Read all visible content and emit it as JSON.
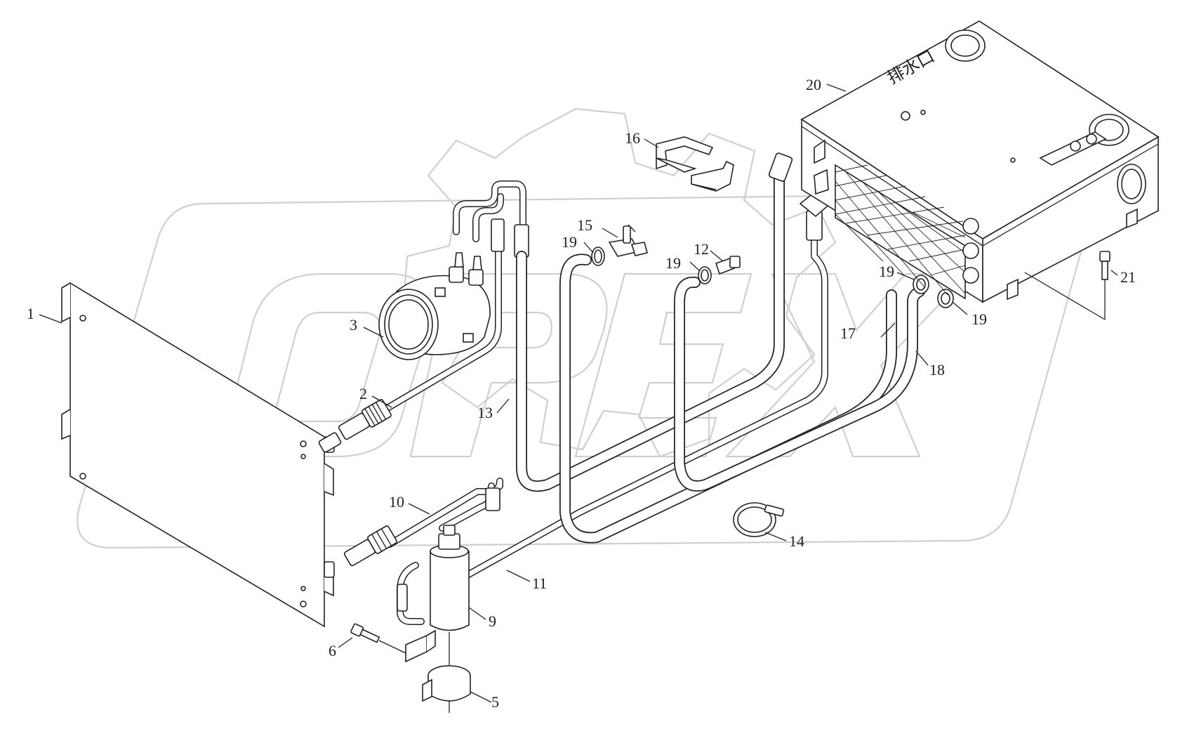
{
  "diagram": {
    "callouts": [
      {
        "id": "c1",
        "label": "1"
      },
      {
        "id": "c2",
        "label": "2"
      },
      {
        "id": "c3",
        "label": "3"
      },
      {
        "id": "c5",
        "label": "5"
      },
      {
        "id": "c6",
        "label": "6"
      },
      {
        "id": "c9",
        "label": "9"
      },
      {
        "id": "c10",
        "label": "10"
      },
      {
        "id": "c11",
        "label": "11"
      },
      {
        "id": "c12",
        "label": "12"
      },
      {
        "id": "c13",
        "label": "13"
      },
      {
        "id": "c14",
        "label": "14"
      },
      {
        "id": "c15",
        "label": "15"
      },
      {
        "id": "c16",
        "label": "16"
      },
      {
        "id": "c17",
        "label": "17"
      },
      {
        "id": "c18",
        "label": "18"
      },
      {
        "id": "c19a",
        "label": "19"
      },
      {
        "id": "c19b",
        "label": "19"
      },
      {
        "id": "c19c",
        "label": "19"
      },
      {
        "id": "c19d",
        "label": "19"
      },
      {
        "id": "c20",
        "label": "20"
      },
      {
        "id": "c21",
        "label": "21"
      }
    ],
    "unit_marking": "排水口",
    "watermark_text": "OPEX",
    "line_color": "#222222",
    "watermark_color": "#cfcfcf"
  }
}
